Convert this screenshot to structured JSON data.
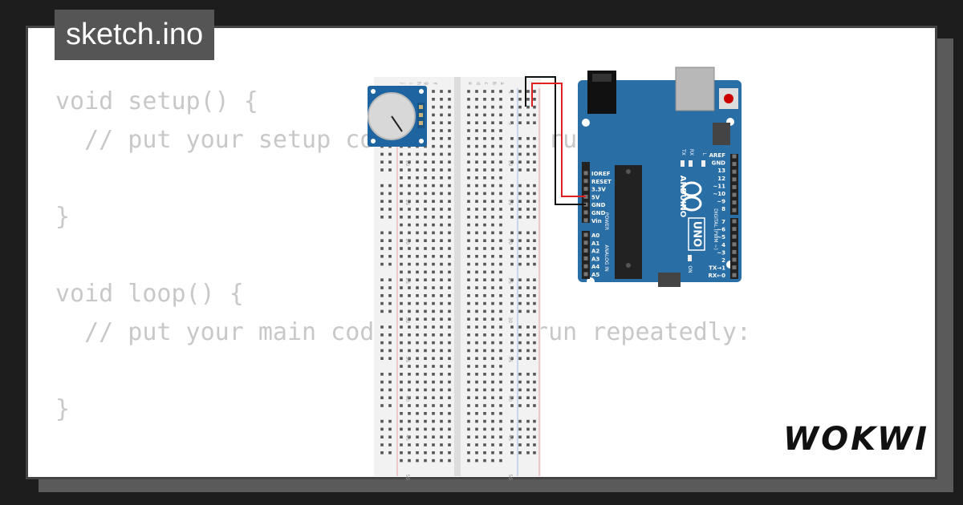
{
  "tab": {
    "filename": "sketch.ino"
  },
  "code_lines": [
    "void setup() {",
    "  // put your setup code here, to run once:",
    "",
    "}",
    "",
    "void loop() {",
    "  // put your main code here, to run repeatedly:",
    "",
    "}"
  ],
  "brand": {
    "logo_text": "WOKWI"
  },
  "arduino": {
    "brand": "ARDUINO",
    "model": "UNO",
    "power_pins": [
      "IOREF",
      "RESET",
      "3.3V",
      "5V",
      "GND",
      "GND",
      "Vin"
    ],
    "power_label": "POWER",
    "analog_pins": [
      "A0",
      "A1",
      "A2",
      "A3",
      "A4",
      "A5"
    ],
    "analog_label": "ANALOG IN",
    "digital_top_pins": [
      "AREF",
      "GND",
      "13",
      "12",
      "~11",
      "~10",
      "~9",
      "8"
    ],
    "digital_bottom_pins": [
      "7",
      "~6",
      "~5",
      "4",
      "~3",
      "2",
      "TX→1",
      "RX←0"
    ],
    "digital_label": "DIGITAL (PWM ~)",
    "leds": [
      "TX",
      "RX",
      "L"
    ],
    "on_label": "ON"
  },
  "breadboard": {
    "row_numbers": [
      "1",
      "5",
      "10",
      "15",
      "20",
      "25",
      "30",
      "35",
      "40",
      "45",
      "50"
    ],
    "column_letters": [
      "j",
      "i",
      "h",
      "g",
      "f",
      "e",
      "d",
      "c",
      "b",
      "a"
    ]
  },
  "colors": {
    "board_blue": "#2a6ea6",
    "wire_red": "#e02020",
    "wire_black": "#111111",
    "code_gray": "#c8c8c8"
  }
}
